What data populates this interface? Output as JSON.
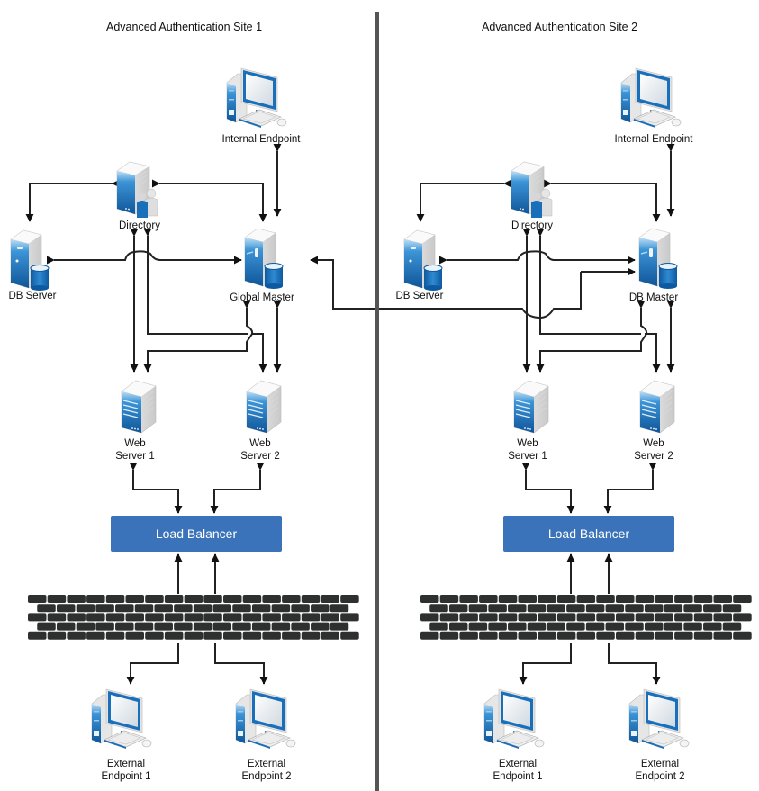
{
  "colors": {
    "accent": "#3a73b9",
    "line": "#222222",
    "divider": "#555555",
    "wall": "#2e2f2f",
    "server_blue": "#1f6db3"
  },
  "sites": [
    {
      "title": "Advanced Authentication Site 1",
      "nodes": {
        "internal_endpoint": {
          "label": "Internal Endpoint",
          "icon": "desktop-computer-icon"
        },
        "directory": {
          "label": "Directory",
          "icon": "directory-server-icon"
        },
        "db_server": {
          "label": "DB Server",
          "icon": "database-server-icon"
        },
        "master": {
          "label": "Global Master",
          "icon": "database-server-icon"
        },
        "web1": {
          "label_line1": "Web",
          "label_line2": "Server 1",
          "icon": "web-server-icon"
        },
        "web2": {
          "label_line1": "Web",
          "label_line2": "Server 2",
          "icon": "web-server-icon"
        },
        "load_balancer": {
          "label": "Load Balancer"
        },
        "firewall": {
          "icon": "firewall-brick-wall-icon"
        },
        "ext1": {
          "label_line1": "External",
          "label_line2": "Endpoint 1",
          "icon": "desktop-computer-icon"
        },
        "ext2": {
          "label_line1": "External",
          "label_line2": "Endpoint 2",
          "icon": "desktop-computer-icon"
        }
      }
    },
    {
      "title": "Advanced Authentication Site 2",
      "nodes": {
        "internal_endpoint": {
          "label": "Internal Endpoint",
          "icon": "desktop-computer-icon"
        },
        "directory": {
          "label": "Directory",
          "icon": "directory-server-icon"
        },
        "db_server": {
          "label": "DB Server",
          "icon": "database-server-icon"
        },
        "master": {
          "label": "DB Master",
          "icon": "database-server-icon"
        },
        "web1": {
          "label_line1": "Web",
          "label_line2": "Server 1",
          "icon": "web-server-icon"
        },
        "web2": {
          "label_line1": "Web",
          "label_line2": "Server 2",
          "icon": "web-server-icon"
        },
        "load_balancer": {
          "label": "Load Balancer"
        },
        "firewall": {
          "icon": "firewall-brick-wall-icon"
        },
        "ext1": {
          "label_line1": "External",
          "label_line2": "Endpoint 1",
          "icon": "desktop-computer-icon"
        },
        "ext2": {
          "label_line1": "External",
          "label_line2": "Endpoint 2",
          "icon": "desktop-computer-icon"
        }
      }
    }
  ],
  "cross_site_link": {
    "from": "Site 2 DB Master",
    "to": "Site 1 Global Master"
  }
}
